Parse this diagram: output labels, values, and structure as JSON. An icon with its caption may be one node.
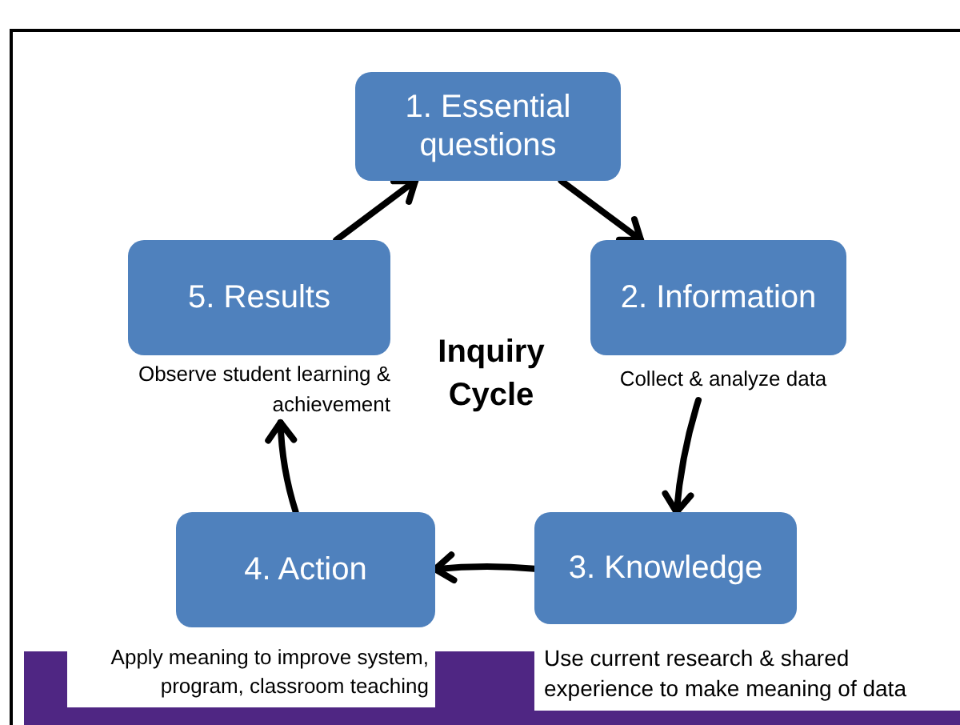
{
  "diagram": {
    "nodes": [
      {
        "text": [
          "1. Essential questions"
        ]
      },
      {
        "text": [
          "2. Information"
        ],
        "beside": [
          "Collect & analyze data"
        ]
      },
      {
        "text": [
          "3. Knowledge"
        ],
        "beside": [
          "Use current research & shared experience to make meaning of data"
        ]
      },
      {
        "text": [
          "4. Action"
        ],
        "beside": [
          "Apply meaning to improve system, program, classroom teaching"
        ]
      },
      {
        "text": [
          "5. Results"
        ],
        "beside": [
          "Observe student learning & achievement"
        ]
      }
    ],
    "edges": [
      {
        "from": 0,
        "to": 1,
        "arrow": "to"
      },
      {
        "from": 1,
        "to": 2,
        "arrow": "to"
      },
      {
        "from": 2,
        "to": 3,
        "arrow": "to"
      },
      {
        "from": 3,
        "to": 4,
        "arrow": "to"
      },
      {
        "from": 4,
        "to": 0,
        "arrow": "to"
      }
    ],
    "labels": [
      "Inquiry Cycle"
    ]
  }
}
